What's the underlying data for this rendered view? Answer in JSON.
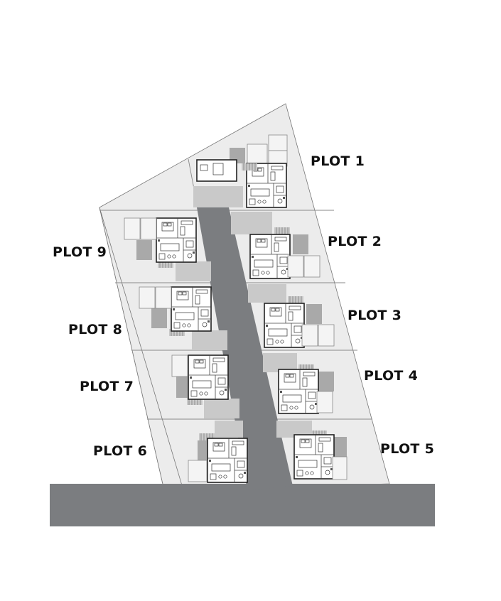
{
  "plots": [
    {
      "id": 1,
      "label": "PLOT 1"
    },
    {
      "id": 2,
      "label": "PLOT 2"
    },
    {
      "id": 3,
      "label": "PLOT 3"
    },
    {
      "id": 4,
      "label": "PLOT 4"
    },
    {
      "id": 5,
      "label": "PLOT 5"
    },
    {
      "id": 6,
      "label": "PLOT 6"
    },
    {
      "id": 7,
      "label": "PLOT 7"
    },
    {
      "id": 8,
      "label": "PLOT 8"
    },
    {
      "id": 9,
      "label": "PLOT 9"
    }
  ],
  "colors": {
    "road": "#7b7d80",
    "lot_fill": "#ececec",
    "driveway": "#c9c9c9",
    "label": "#111111"
  }
}
